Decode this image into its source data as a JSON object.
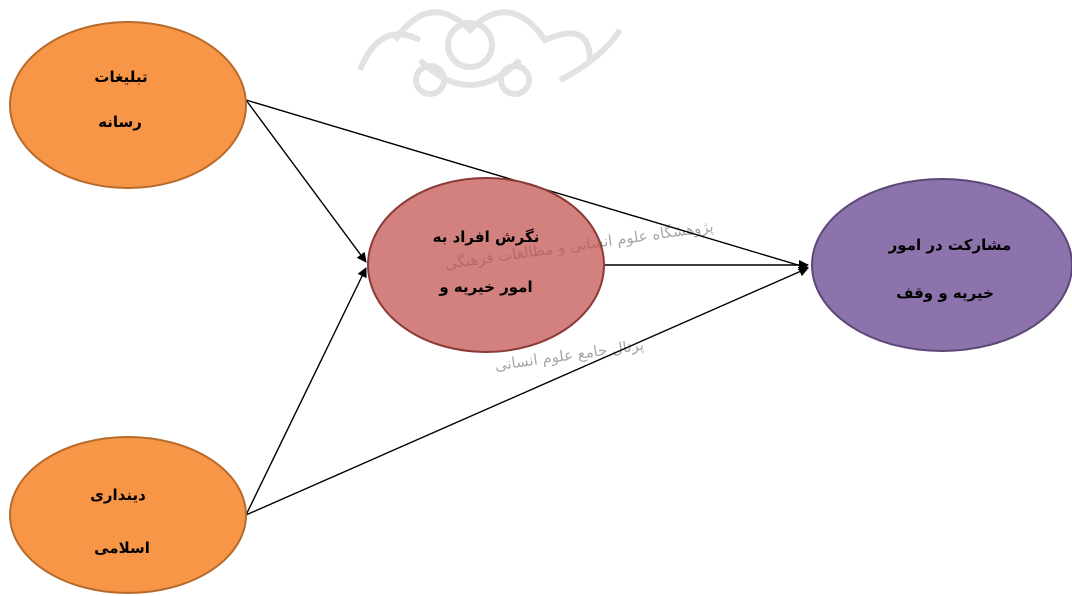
{
  "diagram": {
    "nodes": [
      {
        "id": "media",
        "lines": [
          "تبلیغات",
          "رسانه"
        ],
        "color": "#F79646",
        "stroke": "#B66A2B"
      },
      {
        "id": "religiosity",
        "lines": [
          "دینداری",
          "اسلامی"
        ],
        "color": "#F79646",
        "stroke": "#B66A2B"
      },
      {
        "id": "attitude",
        "lines": [
          "نگرش افراد به",
          "امور خیریه و"
        ],
        "color": "#C0504D",
        "stroke": "#8C3A38"
      },
      {
        "id": "participation",
        "lines": [
          "مشارکت در امور",
          "خیریه و وقف"
        ],
        "color": "#8064A2",
        "stroke": "#5C4777"
      }
    ],
    "edges": [
      {
        "from": "media",
        "to": "attitude"
      },
      {
        "from": "media",
        "to": "participation"
      },
      {
        "from": "religiosity",
        "to": "attitude"
      },
      {
        "from": "religiosity",
        "to": "participation"
      },
      {
        "from": "attitude",
        "to": "participation"
      }
    ]
  },
  "watermark": {
    "line1": "پژوهشگاه علوم انسانی و مطالعات فرهنگی",
    "line2": "پرتال جامع علوم انسانی",
    "color": "#C8C8C8"
  }
}
